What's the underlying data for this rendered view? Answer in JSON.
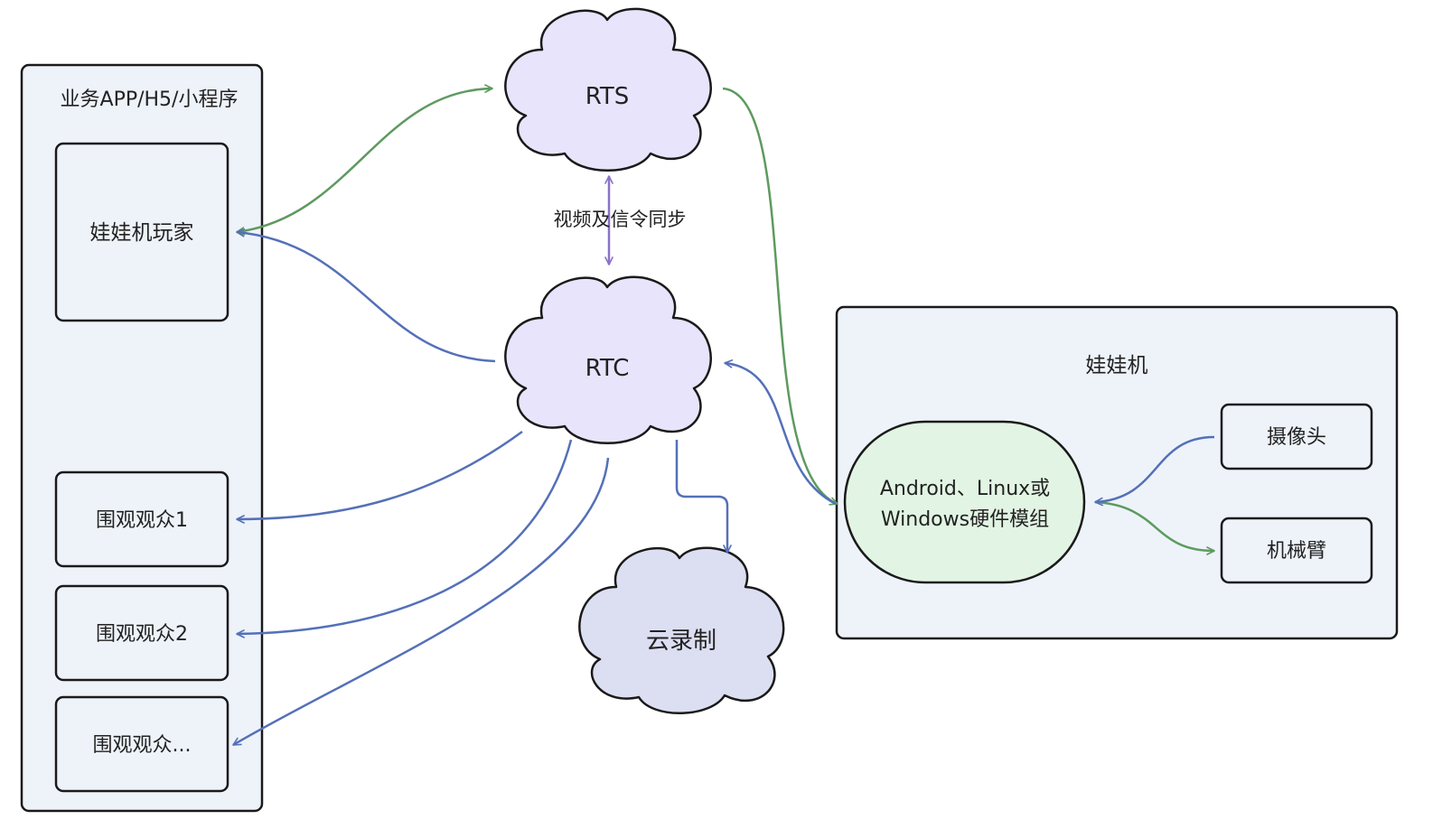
{
  "client_panel": {
    "title": "业务APP/H5/小程序"
  },
  "player": {
    "label": "娃娃机玩家"
  },
  "audience": [
    {
      "label": "围观观众1"
    },
    {
      "label": "围观观众2"
    },
    {
      "label": "围观观众..."
    }
  ],
  "clouds": {
    "rts": {
      "label": "RTS"
    },
    "rtc": {
      "label": "RTC"
    },
    "recording": {
      "label": "云录制"
    }
  },
  "sync_label": "视频及信令同步",
  "machine_panel": {
    "title": "娃娃机",
    "hardware": {
      "line1": "Android、Linux或",
      "line2": "Windows硬件模组"
    },
    "camera": {
      "label": "摄像头"
    },
    "arm": {
      "label": "机械臂"
    }
  },
  "colors": {
    "panel_fill": "#eef3fa",
    "cloud_fill": "#e8e4fb",
    "recording_cloud_fill": "#dcdff2",
    "hardware_fill": "#e2f4e3",
    "green_edge": "#5d9a5f",
    "blue_edge": "#5470b8",
    "purple_edge": "#8a72c8"
  }
}
